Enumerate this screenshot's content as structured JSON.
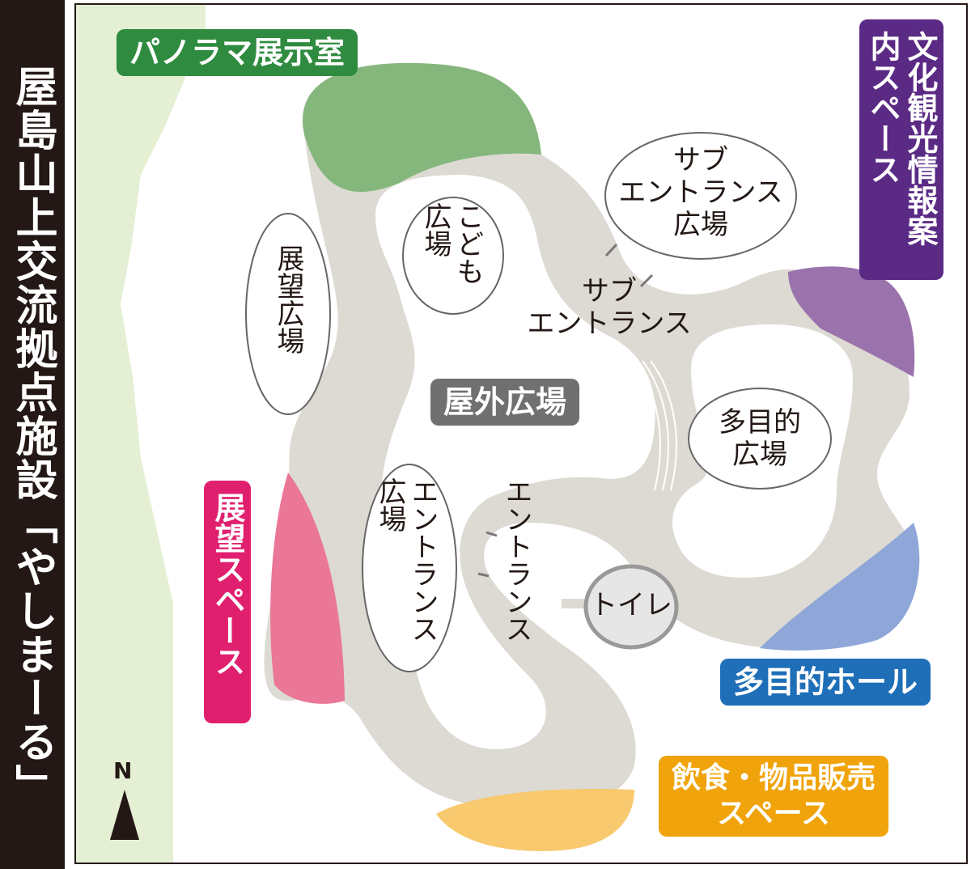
{
  "title": "屋島山上交流拠点施設「やしまーる」",
  "colors": {
    "green": "#2e8b3f",
    "purple": "#5b2a85",
    "pink": "#e0206f",
    "blue": "#1e6eb8",
    "orange": "#f0a30a",
    "gray": "#707070",
    "path": "#dcdad2",
    "ground": "#e4efd4"
  },
  "north_label": "N",
  "zones": {
    "panorama": "パノラマ展示室",
    "culture_info": "文化観光情報案内スペース",
    "viewing_space": "展望スペース",
    "hall": "多目的ホール",
    "food_shop": "飲食・物品販売スペース",
    "outdoor_plaza": "屋外広場"
  },
  "areas": {
    "sub_entrance_plaza": [
      "サブ",
      "エントランス",
      "広場"
    ],
    "kids_plaza": [
      "こども",
      "広場"
    ],
    "viewing_plaza": "展望広場",
    "sub_entrance": [
      "サブ",
      "エントランス"
    ],
    "multipurpose_plaza": [
      "多目的",
      "広場"
    ],
    "entrance_plaza": [
      "エントランス",
      "広場"
    ],
    "entrance": "エントランス",
    "toilet": "トイレ"
  }
}
